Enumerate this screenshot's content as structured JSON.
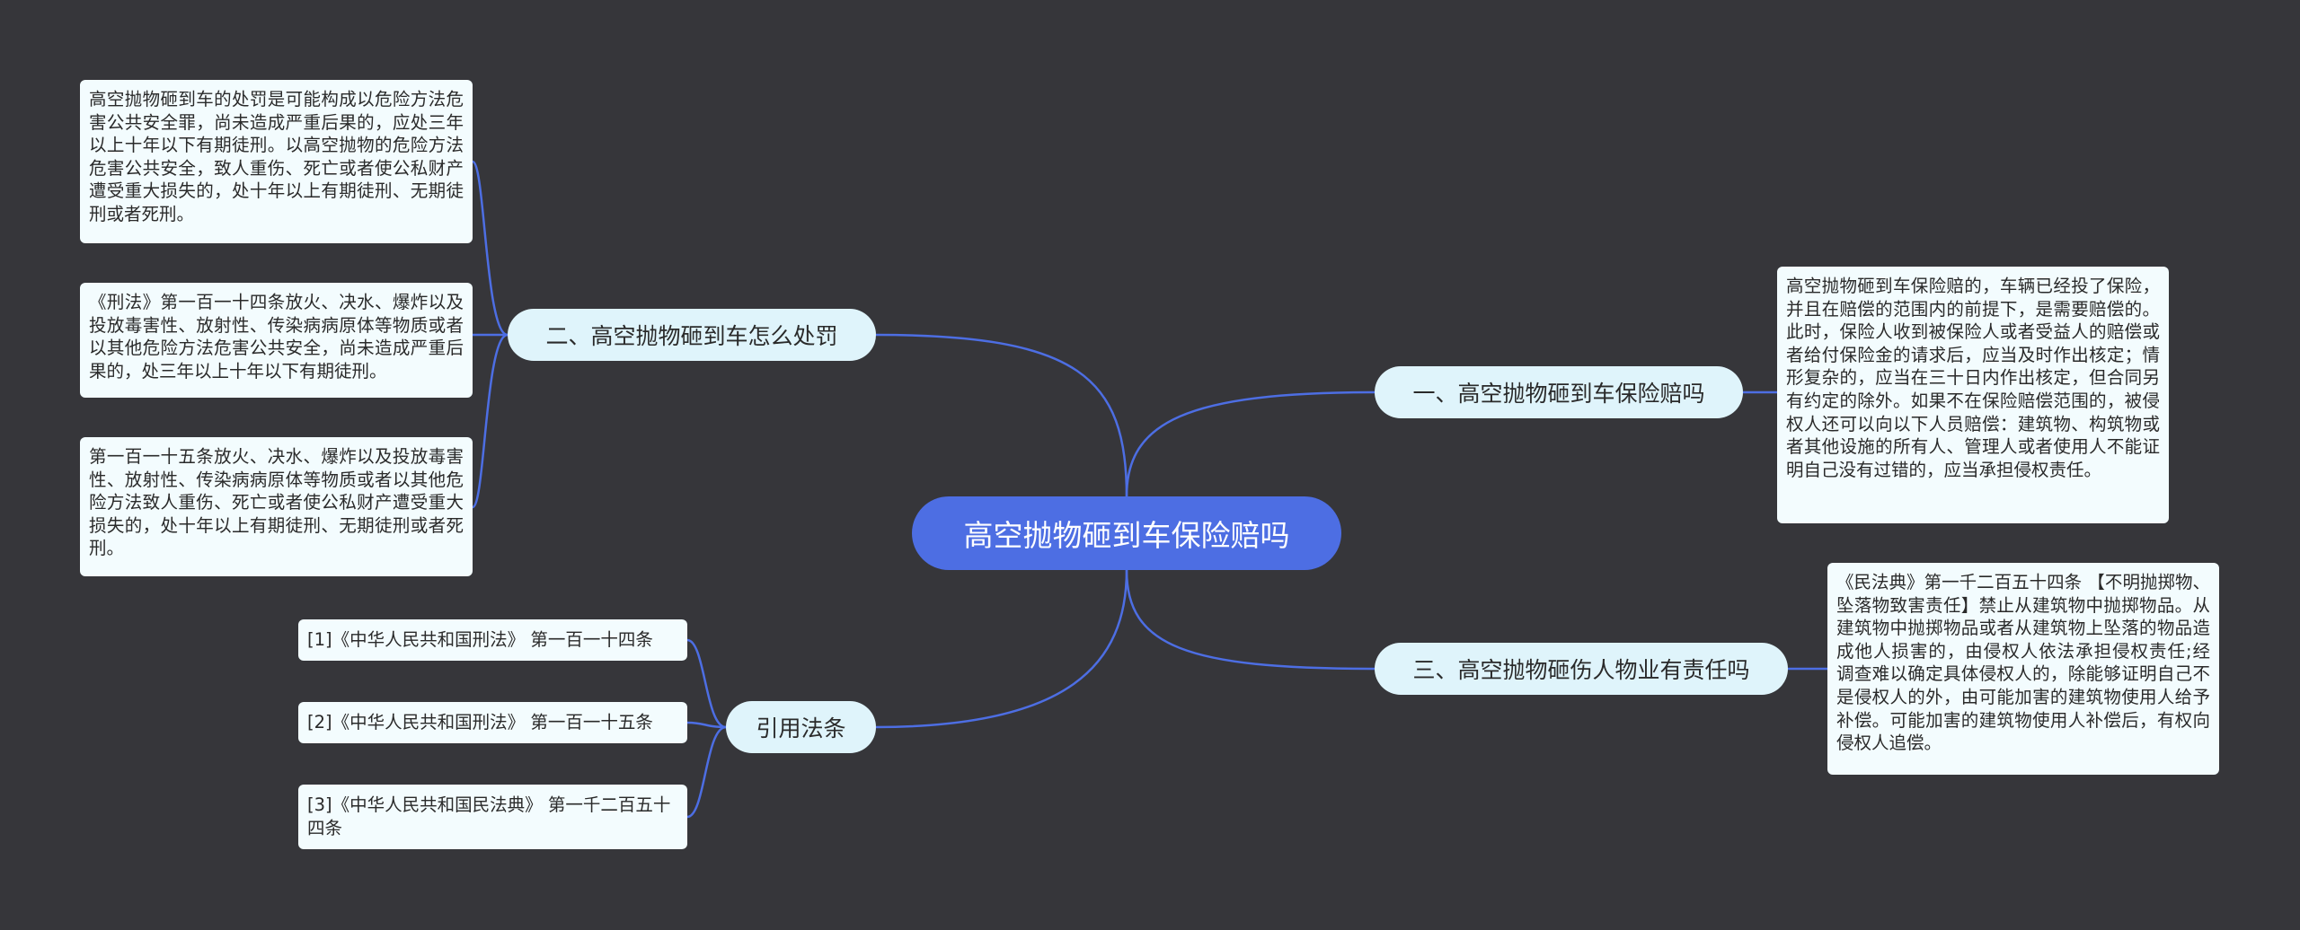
{
  "root": {
    "label": "高空抛物砸到车保险赔吗"
  },
  "branches": [
    {
      "label": "一、高空抛物砸到车保险赔吗",
      "details": [
        "高空抛物砸到车保险赔的，车辆已经投了保险，并且在赔偿的范围内的前提下，是需要赔偿的。此时，保险人收到被保险人或者受益人的赔偿或者给付保险金的请求后，应当及时作出核定；情形复杂的，应当在三十日内作出核定，但合同另有约定的除外。如果不在保险赔偿范围的，被侵权人还可以向以下人员赔偿：建筑物、构筑物或者其他设施的所有人、管理人或者使用人不能证明自己没有过错的，应当承担侵权责任。"
      ]
    },
    {
      "label": "二、高空抛物砸到车怎么处罚",
      "details": [
        "高空抛物砸到车的处罚是可能构成以危险方法危害公共安全罪，尚未造成严重后果的，应处三年以上十年以下有期徒刑。以高空抛物的危险方法危害公共安全，致人重伤、死亡或者使公私财产遭受重大损失的，处十年以上有期徒刑、无期徒刑或者死刑。",
        "《刑法》第一百一十四条放火、决水、爆炸以及投放毒害性、放射性、传染病病原体等物质或者以其他危险方法危害公共安全，尚未造成严重后果的，处三年以上十年以下有期徒刑。",
        "第一百一十五条放火、决水、爆炸以及投放毒害性、放射性、传染病病原体等物质或者以其他危险方法致人重伤、死亡或者使公私财产遭受重大损失的，处十年以上有期徒刑、无期徒刑或者死刑。"
      ]
    },
    {
      "label": "三、高空抛物砸伤人物业有责任吗",
      "details": [
        "《民法典》第一千二百五十四条 【不明抛掷物、坠落物致害责任】禁止从建筑物中抛掷物品。从建筑物中抛掷物品或者从建筑物上坠落的物品造成他人损害的，由侵权人依法承担侵权责任;经调查难以确定具体侵权人的，除能够证明自己不是侵权人的外，由可能加害的建筑物使用人给予补偿。可能加害的建筑物使用人补偿后，有权向侵权人追偿。"
      ]
    },
    {
      "label": "引用法条",
      "details": [
        "[1]《中华人民共和国刑法》 第一百一十四条",
        "[2]《中华人民共和国刑法》 第一百一十五条",
        "[3]《中华人民共和国民法典》 第一千二百五十四条"
      ]
    }
  ],
  "colors": {
    "background": "#36363a",
    "root": "#4d6ee3",
    "branch": "#dff4fb",
    "leaf": "#f3fcfe",
    "connector": "#4d6ee3"
  }
}
